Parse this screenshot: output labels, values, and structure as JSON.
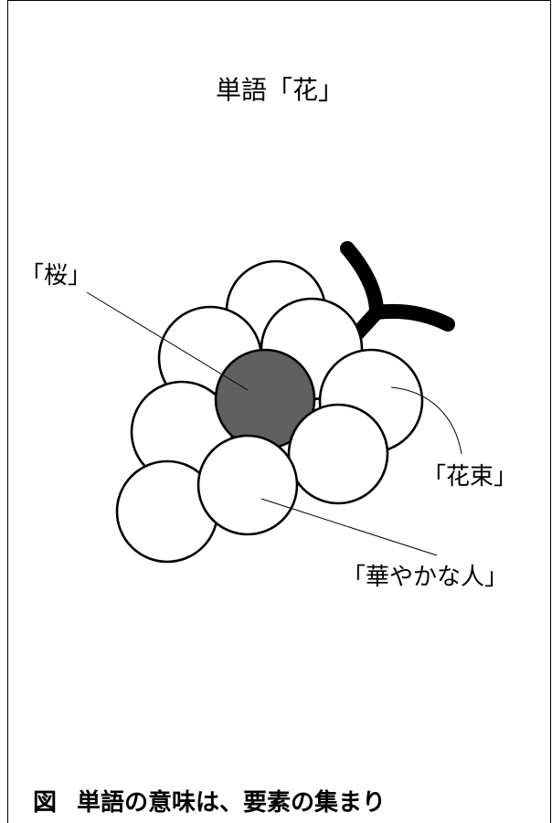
{
  "title": "単語「花」",
  "labels": {
    "sakura": "「桜」",
    "hanataba": "「花束」",
    "hanayakana": "「華やかな人」"
  },
  "caption": {
    "prefix": "図",
    "text": "単語の意味は、要素の集まり"
  },
  "colors": {
    "highlight_grape": "#606060",
    "grape": "#ffffff",
    "stem": "#000000"
  }
}
